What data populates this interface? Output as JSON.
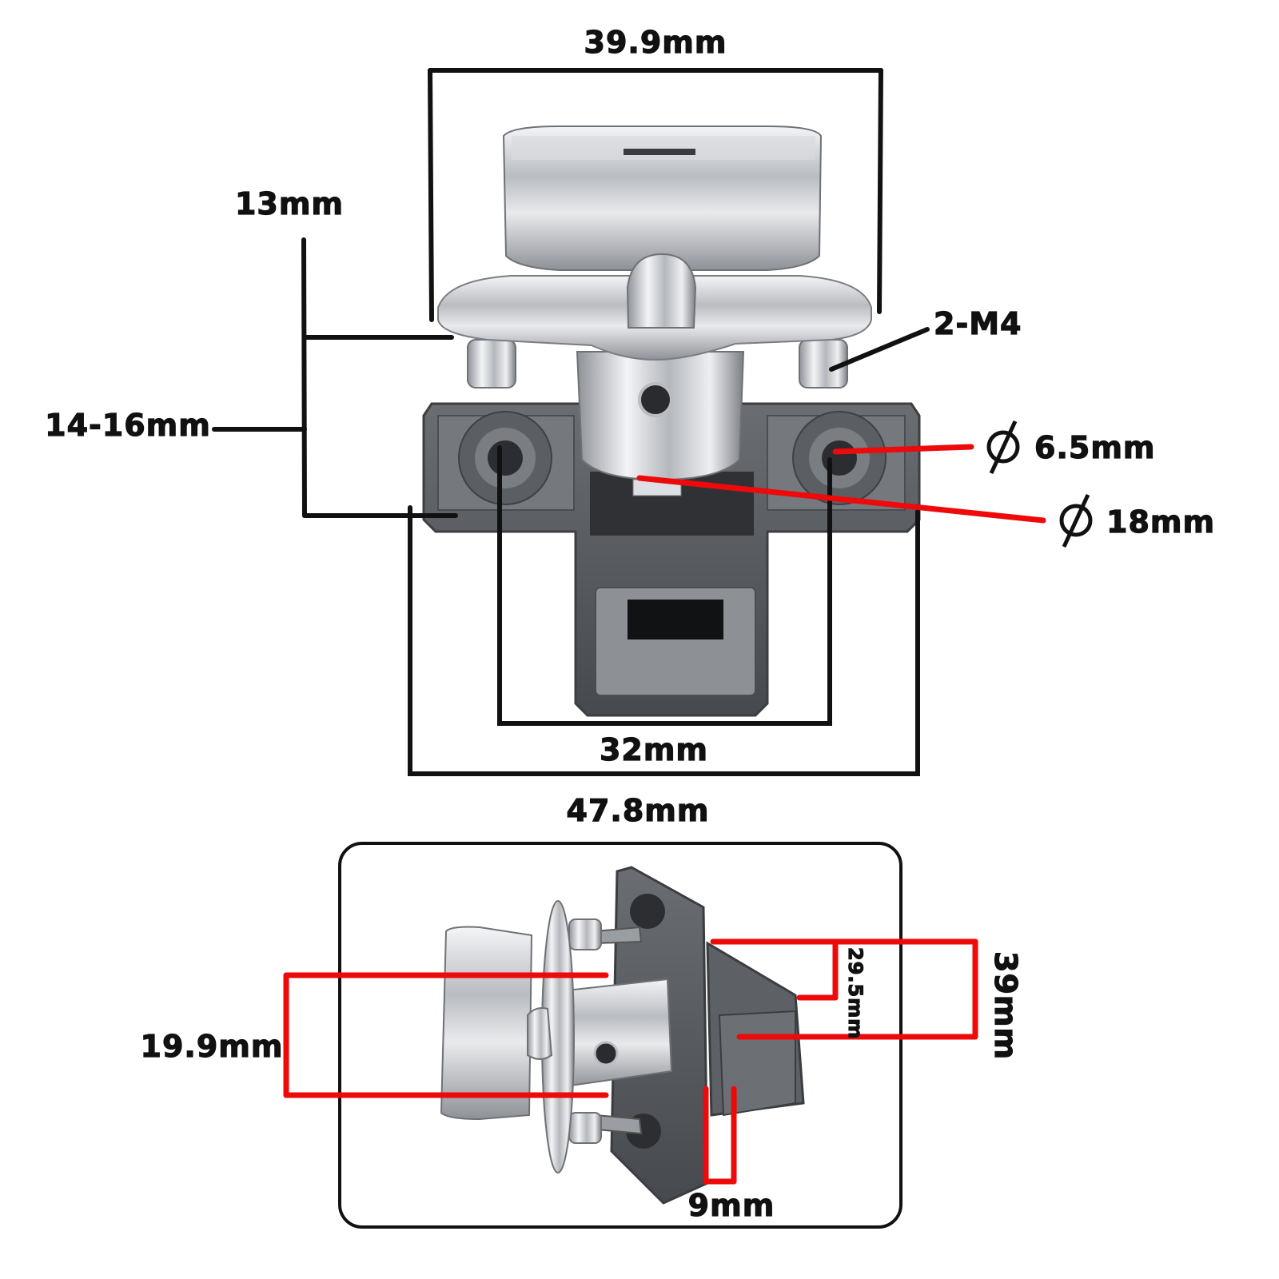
{
  "top_view": {
    "dimensions": {
      "overall_width": "39.9mm",
      "handle_height": "13mm",
      "panel_thickness": "14-16mm",
      "screw_thread": "2-M4",
      "small_hole_diameter": "6.5mm",
      "center_hole_diameter": "18mm",
      "hole_spacing": "32mm",
      "base_width": "47.8mm"
    }
  },
  "side_view": {
    "dimensions": {
      "handle_height": "19.9mm",
      "inner_height": "29.5mm",
      "outer_height": "39mm",
      "step_depth": "9mm"
    }
  },
  "colors": {
    "dimension_black": "#111111",
    "dimension_red": "#ee0a0a",
    "housing_gray": "#55585c",
    "chrome": "#c9ccd1"
  }
}
